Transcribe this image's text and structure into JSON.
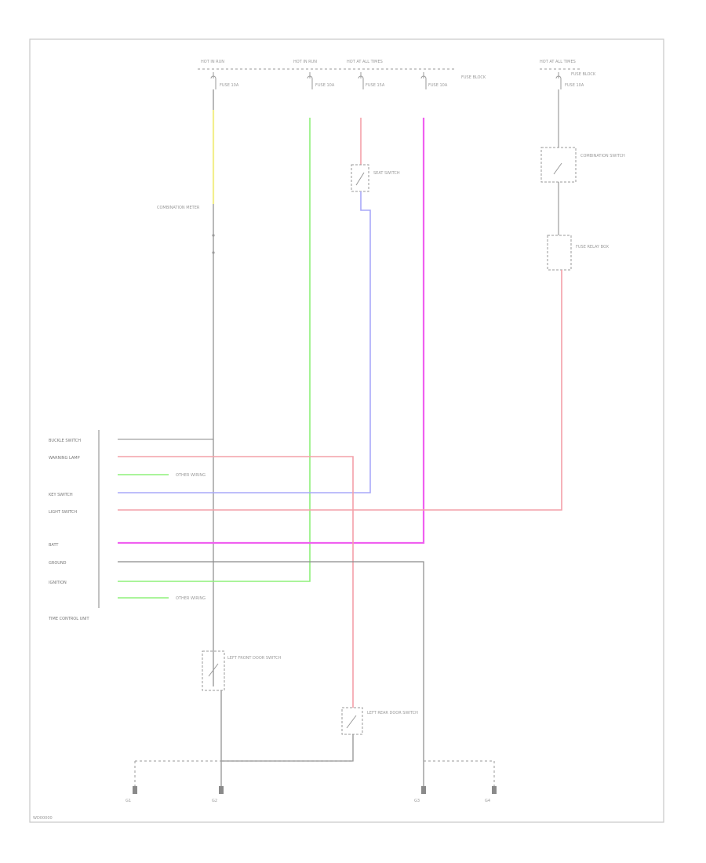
{
  "diagram": {
    "title": "",
    "labels": {
      "hot_run_1": "HOT IN RUN",
      "hot_run_2": "HOT IN RUN",
      "hot_at_all_times_1": "HOT AT ALL TIMES",
      "hot_at_all_times_2": "HOT AT ALL TIMES",
      "fuse_a": "FUSE 10A",
      "fuse_b": "FUSE 10A",
      "fuse_c": "FUSE 15A",
      "fuse_d": "FUSE 10A",
      "fuse_e": "FUSE 10A",
      "fuse_block_note": "FUSE BLOCK",
      "fuse_block_note_right": "FUSE BLOCK",
      "combination_meter": "COMBINATION METER",
      "seat_switch": "SEAT SWITCH",
      "combination_switch": "COMBINATION SWITCH",
      "fuse_relay_box": "FUSE RELAY BOX",
      "door_switch": "LEFT FRONT DOOR SWITCH",
      "door_switch_right": "LEFT REAR DOOR SWITCH",
      "time_control_unit": "TIME CONTROL UNIT",
      "pin_buckle_switch": "BUCKLE SWITCH",
      "pin_warning_lamp": "WARNING LAMP",
      "pin_key_switch": "KEY SWITCH",
      "pin_light_switch": "LIGHT SWITCH",
      "pin_batt": "BATT",
      "pin_ground": "GROUND",
      "pin_ignition": "IGNITION",
      "other_wiring": "OTHER WIRING",
      "other_wiring_2": "OTHER WIRING",
      "ground_1": "G1",
      "ground_2": "G2",
      "ground_3": "G3",
      "ground_4": "G4",
      "footer_code": "WD00000"
    },
    "wire_colors": {
      "yellow": "#f2ef8e",
      "green": "#8ef07a",
      "red": "#f4a0a8",
      "magenta": "#f060f0",
      "blue": "#a8a8f8",
      "black": "#888888"
    }
  }
}
